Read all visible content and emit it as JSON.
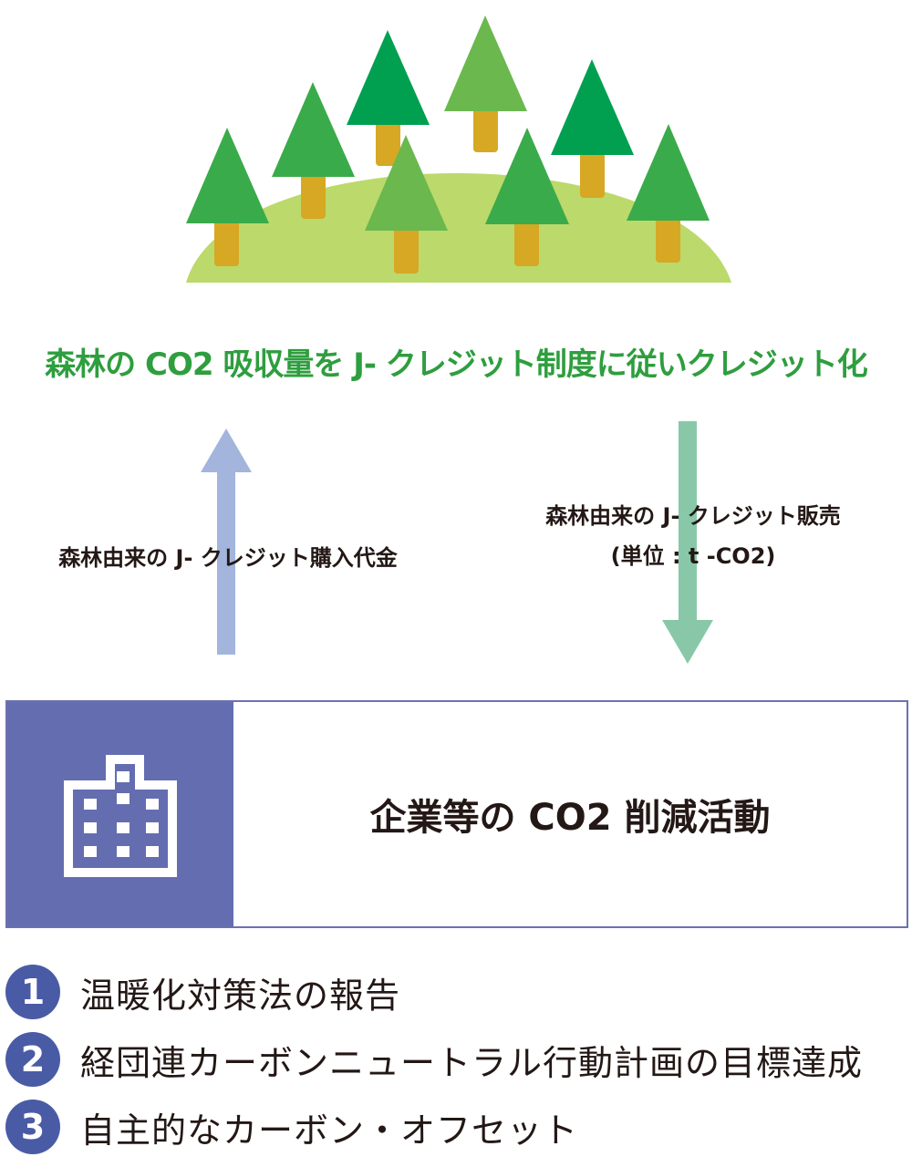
{
  "headline": "森林の CO2 吸収量を J- クレジット制度に従いクレジット化",
  "arrow_left_label": "森林由来の J- クレジット購入代金",
  "arrow_right_label_line1": "森林由来の J- クレジット販売",
  "arrow_right_label_line2": "(単位 : t -CO2)",
  "company_title": "企業等の CO2 削減活動",
  "list": [
    {
      "number": "1",
      "text": "温暖化対策法の報告"
    },
    {
      "number": "2",
      "text": "経団連カーボンニュートラル行動計画の目標達成"
    },
    {
      "number": "3",
      "text": "自主的なカーボン・オフセット"
    }
  ],
  "colors": {
    "hill": "#bcd96b",
    "trunk": "#d6a824",
    "tree_dark": "#00a050",
    "tree_mid": "#3aab4a",
    "tree_light": "#6ab84e",
    "headline": "#2e9e3e",
    "arrow_up": "#a3b5dd",
    "arrow_down": "#88c8a8",
    "company_side": "#646db0",
    "number_badge": "#4a5ba6"
  },
  "icons": [
    "tree-icon",
    "building-icon"
  ]
}
